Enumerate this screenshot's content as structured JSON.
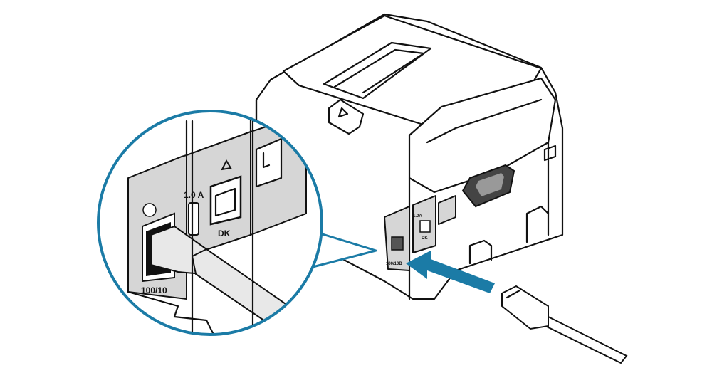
{
  "labels": {
    "current_rating": "1.0 A",
    "drawer_kick_port": "DK",
    "ethernet_port": "100/10",
    "ethernet_port_small": "100/10B",
    "current_rating_small": "1.0A",
    "drawer_kick_port_small": "DK"
  },
  "colors": {
    "accent": "#1b7ba6",
    "panel": "#d6d6d6",
    "outline": "#111111"
  }
}
